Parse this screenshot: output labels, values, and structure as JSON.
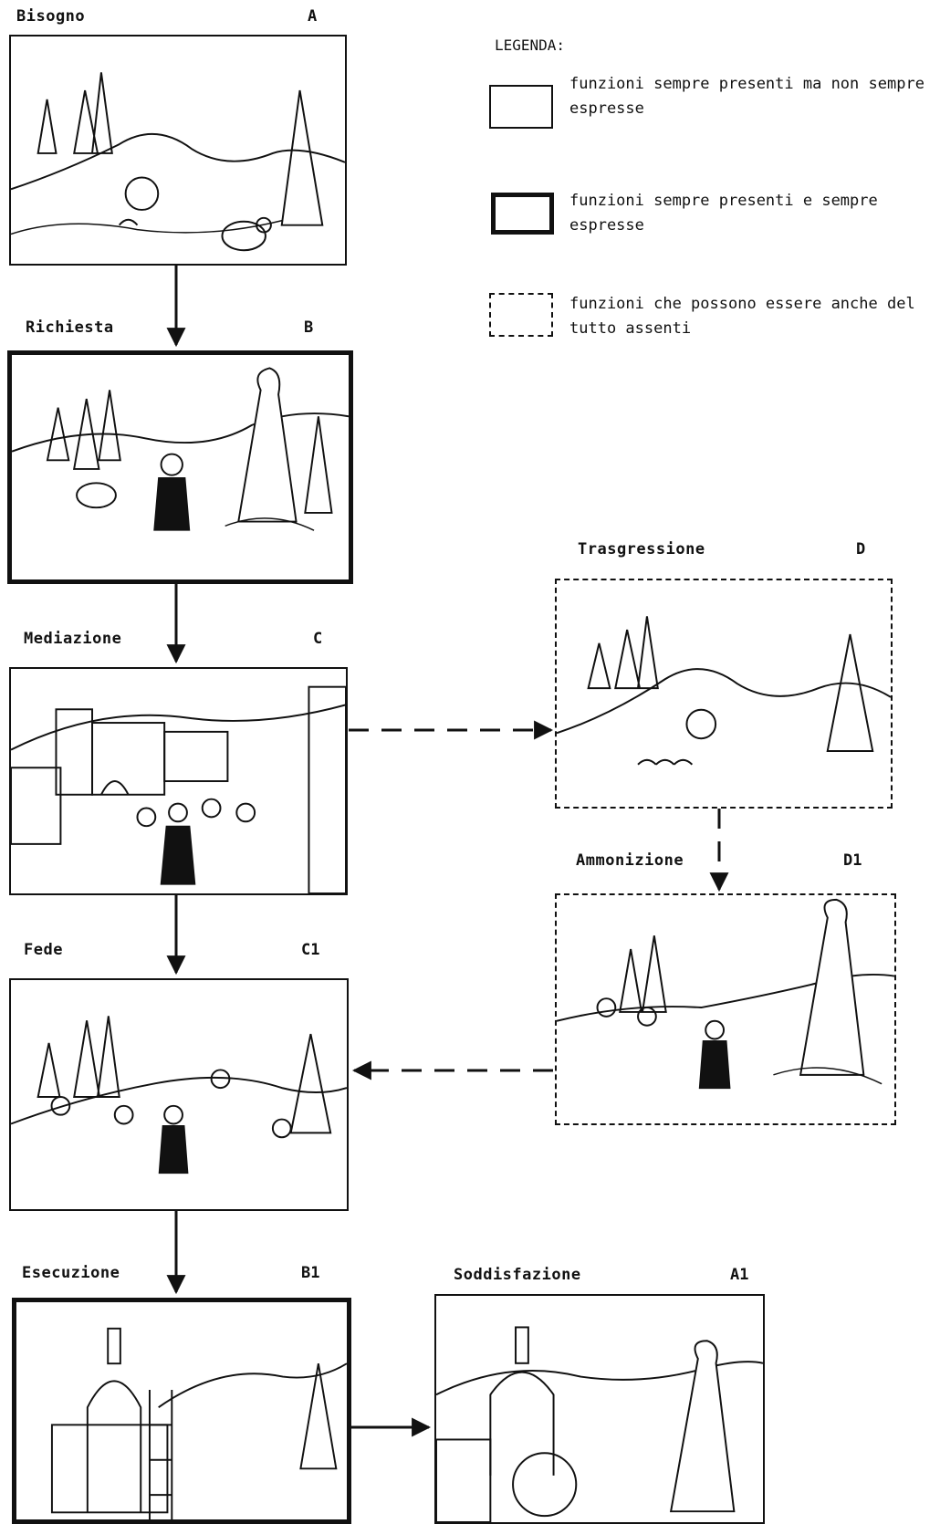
{
  "legend": {
    "title": "LEGENDA:",
    "items": [
      {
        "style": "normal",
        "text": "funzioni sempre presenti ma non sempre espresse"
      },
      {
        "style": "bold",
        "text": "funzioni sempre presenti e sempre espresse"
      },
      {
        "style": "dashed",
        "text": "funzioni che possono essere anche del tutto assenti"
      }
    ]
  },
  "panels": {
    "bisogno": {
      "label": "Bisogno",
      "code": "A"
    },
    "richiesta": {
      "label": "Richiesta",
      "code": "B"
    },
    "mediazione": {
      "label": "Mediazione",
      "code": "C"
    },
    "trasgressione": {
      "label": "Trasgressione",
      "code": "D"
    },
    "ammonizione": {
      "label": "Ammonizione",
      "code": "D1"
    },
    "fede": {
      "label": "Fede",
      "code": "C1"
    },
    "esecuzione": {
      "label": "Esecuzione",
      "code": "B1"
    },
    "soddisfazione": {
      "label": "Soddisfazione",
      "code": "A1"
    }
  }
}
